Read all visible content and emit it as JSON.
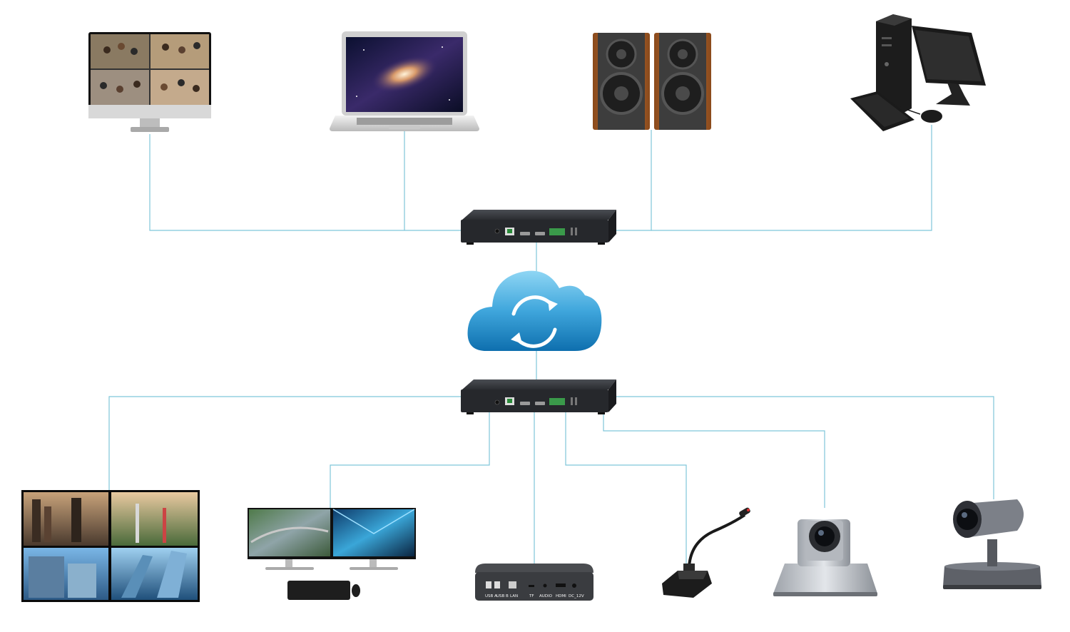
{
  "colors": {
    "connector_line": "#7fc6d9",
    "device_dark": "#26282c",
    "cloud_light": "#6cc4ec",
    "cloud_dark": "#0e79b6",
    "speaker_wood": "#b0642a"
  },
  "icons": {
    "cloud": "cloud-sync-icon",
    "encoder": "encoder-box-icon",
    "decoder": "decoder-box-icon"
  },
  "labels": {
    "mini_box_ports": [
      "USB A",
      "USB B",
      "LAN",
      "TF",
      "AUDIO",
      "HDMI",
      "DC_12V"
    ]
  }
}
